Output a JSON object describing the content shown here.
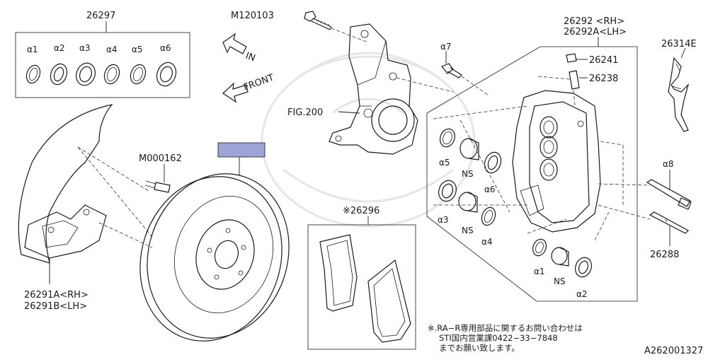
{
  "labels": {
    "seal_kit": "26297",
    "seal_a1": "α1",
    "seal_a2": "α2",
    "seal_a3": "α3",
    "seal_a4": "α4",
    "seal_a5": "α5",
    "seal_a6": "α6",
    "bolt_top": "M120103",
    "dir_in": "IN",
    "dir_front": "FRONT",
    "fig_ref": "FIG.200",
    "bolt_mid": "M000162",
    "caliper_rh": "26292 <RH>",
    "caliper_lh": "26292A<LH>",
    "bleeder_cap": "26241",
    "bleeder": "26238",
    "spring": "26314E",
    "a7": "α7",
    "a8": "α8",
    "pin": "26288",
    "shield_rh": "26291A<RH>",
    "shield_lh": "26291B<LH>",
    "pad_kit": "※26296",
    "cal_a5": "α5",
    "cal_ns1": "NS",
    "cal_a6": "α6",
    "cal_a3": "α3",
    "cal_ns2": "NS",
    "cal_a4": "α4",
    "cal_a1": "α1",
    "cal_ns3": "NS",
    "cal_a2": "α2",
    "note_1": "※.RA−R専用部品に関するお問い合わせは",
    "note_2": "STI国内営業課0422−33−7848",
    "note_3": "までお願い致します。",
    "diagram_id": "A262001327"
  },
  "colors": {
    "ink": "#1a1a1a",
    "highlight": "#9ea3d6",
    "watermark": "#e6e6e6"
  }
}
